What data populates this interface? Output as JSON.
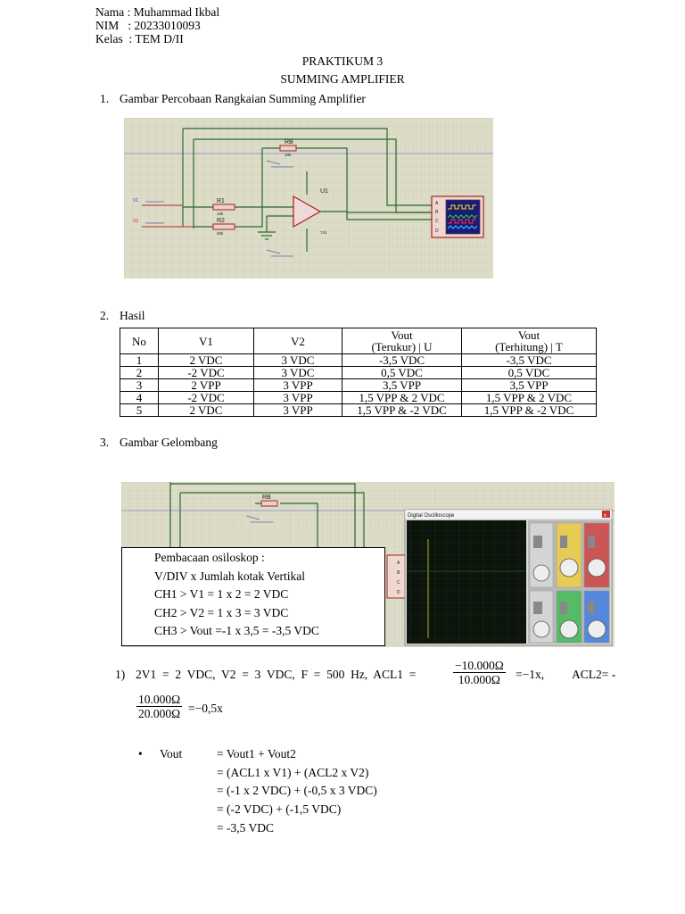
{
  "header": {
    "nama": "Nama : Muhammad Ikbal",
    "nim": "NIM   : 20233010093",
    "kelas": "Kelas  : TEM D/II"
  },
  "title": {
    "line1": "PRAKTIKUM 3",
    "line2": "SUMMING AMPLIFIER"
  },
  "sections": {
    "s1_num": "1.",
    "s1_label": "Gambar Percobaan Rangkaian Summing Amplifier",
    "s2_num": "2.",
    "s2_label": "Hasil",
    "s3_num": "3.",
    "s3_label": "Gambar Gelombang"
  },
  "schematic1": {
    "rb": "RB",
    "rb_val": "10k",
    "r1": "R1",
    "r1_val": "10k",
    "r2": "R2",
    "r2_val": "20k",
    "u1": "U1",
    "opamp": "741",
    "v1": "V1",
    "v2": "V2",
    "scope_pins": [
      "A",
      "B",
      "C",
      "D"
    ]
  },
  "table": {
    "headers": {
      "no": "No",
      "v1": "V1",
      "v2": "V2",
      "vout_u_1": "Vout",
      "vout_u_2": "(Terukur) | U",
      "vout_t_1": "Vout",
      "vout_t_2": "(Terhitung) | T"
    },
    "rows": [
      {
        "no": "1",
        "v1": "2 VDC",
        "v2": "3 VDC",
        "u": "-3,5 VDC",
        "t": "-3,5 VDC"
      },
      {
        "no": "2",
        "v1": "-2 VDC",
        "v2": "3 VDC",
        "u": "0,5 VDC",
        "t": "0,5 VDC"
      },
      {
        "no": "3",
        "v1": "2 VPP",
        "v2": "3 VPP",
        "u": "3,5 VPP",
        "t": "3,5 VPP"
      },
      {
        "no": "4",
        "v1": "-2 VDC",
        "v2": "3 VPP",
        "u": "1,5 VPP & 2 VDC",
        "t": "1,5 VPP & 2 VDC"
      },
      {
        "no": "5",
        "v1": "2 VDC",
        "v2": "3 VPP",
        "u": "1,5 VPP & -2 VDC",
        "t": "1,5 VPP & -2 VDC"
      }
    ]
  },
  "scope2": {
    "rb": "RB",
    "title": "Digital Oscilloscope",
    "close": "x",
    "pins": [
      "A",
      "B",
      "C",
      "D"
    ]
  },
  "reading": {
    "l1": "Pembacaan osiloskop :",
    "l2": "V/DIV x Jumlah kotak Vertikal",
    "l3": "CH1 > V1 = 1 x 2 = 2 VDC",
    "l4": "CH2 > V2 = 1 x 3 = 3 VDC",
    "l5": "CH3 > Vout =-1 x 3,5 = -3,5 VDC"
  },
  "calc": {
    "item": "1)",
    "text": "2V1  =  2  VDC,  V2  =  3  VDC,  F  =  500  Hz,  ACL1  =",
    "frac1_num": "−10.000Ω",
    "frac1_den": "10.000Ω",
    "eq1": "=−1x,",
    "acl2": "ACL2= -",
    "frac2_num": "10.000Ω",
    "frac2_den": "20.000Ω",
    "eq2": "=−0,5x",
    "bullet": "•",
    "vout_label": "Vout",
    "lines": [
      "= Vout1 + Vout2",
      "= (ACL1 x V1) + (ACL2 x V2)",
      "= (-1 x 2 VDC) + (-0,5 x 3 VDC)",
      "= (-2 VDC) + (-1,5 VDC)",
      "= -3,5 VDC"
    ]
  }
}
